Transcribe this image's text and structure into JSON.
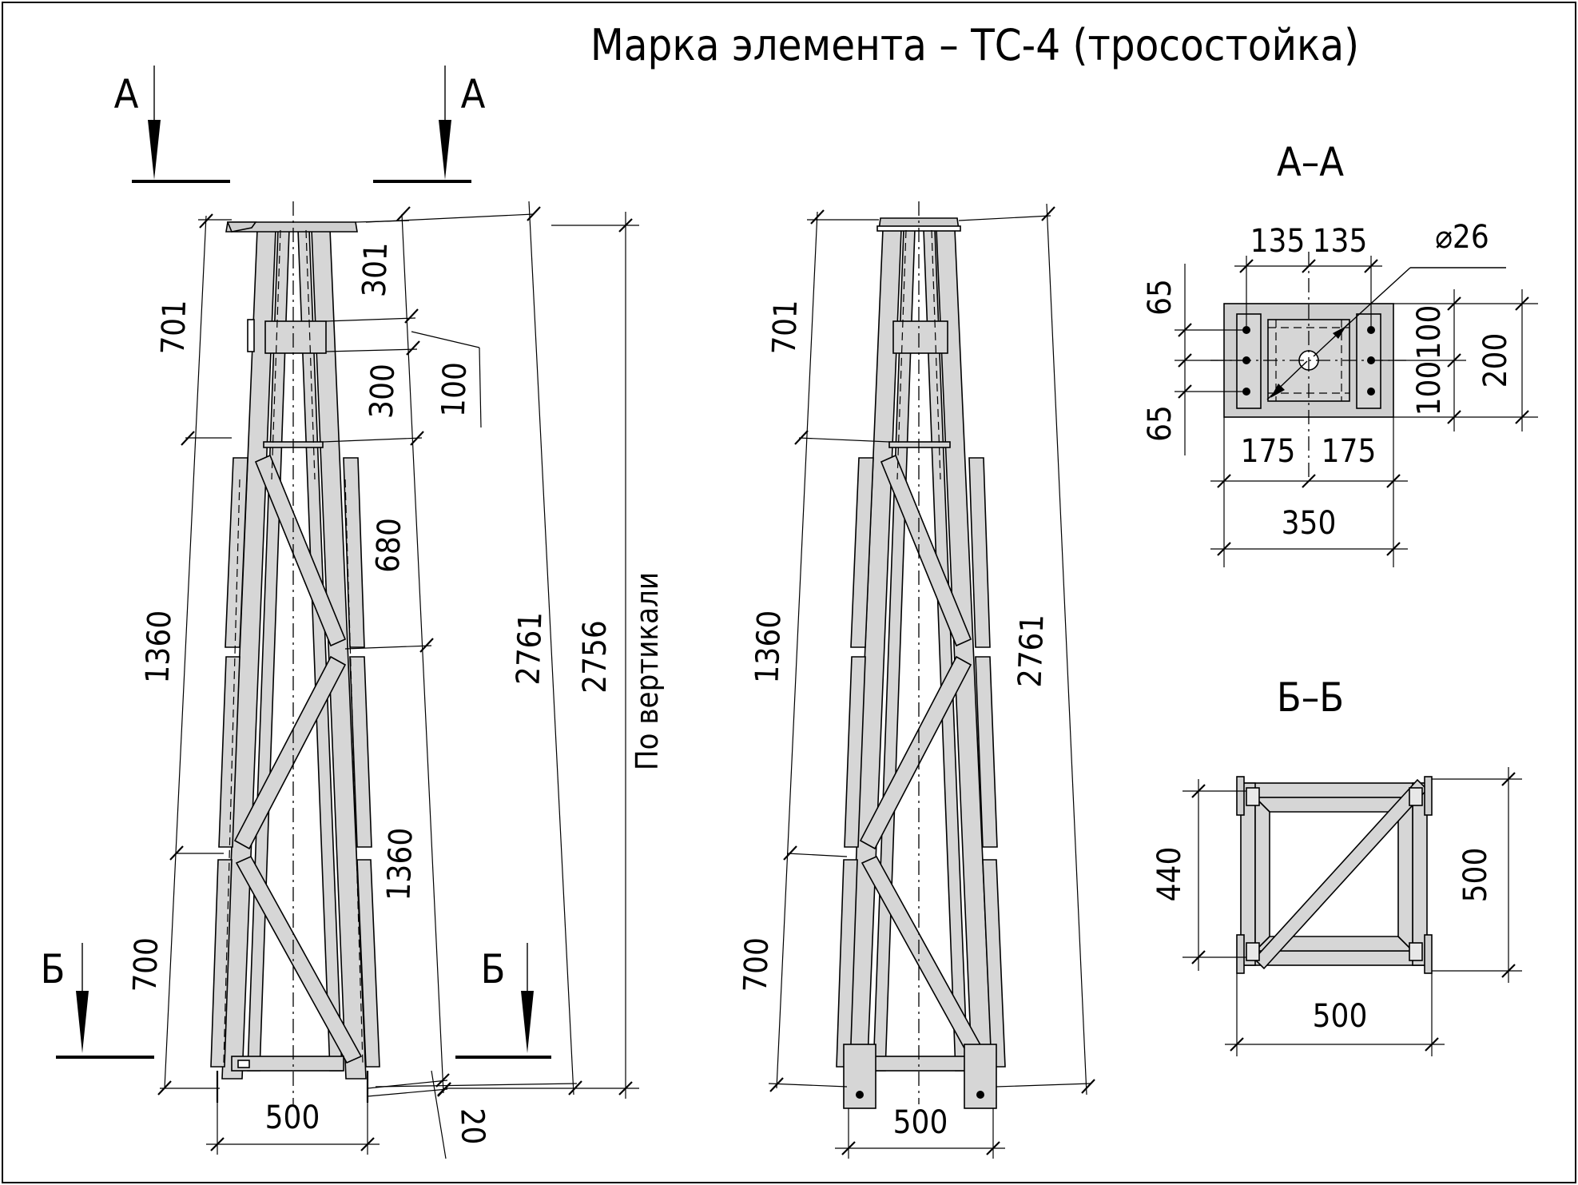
{
  "title": "Марка элемента – ТС-4 (тросостойка)",
  "cut_marks": {
    "a_left": "А",
    "a_right": "А",
    "b_left": "Б",
    "b_right": "Б"
  },
  "view_left": {
    "dims": {
      "top_segment": "701",
      "top_offset": "301",
      "plate_height": "300",
      "leader_value": "100",
      "upper_panel": "680",
      "middle_panel": "1360",
      "lower_panel_right": "1360",
      "bottom_segment": "700",
      "diag_total": "2761",
      "total_height": "2756",
      "vertical_note": "По вертикали",
      "base_width": "500",
      "bottom_offset": "20"
    }
  },
  "view_right": {
    "dims": {
      "top_segment": "701",
      "middle_panel": "1360",
      "bottom_segment": "700",
      "diag_total": "2761",
      "base_width": "500"
    }
  },
  "section_aa": {
    "title": "А–А",
    "dims": {
      "top_left": "135",
      "top_right": "135",
      "hole": "⌀26",
      "left_top": "65",
      "left_bottom": "65",
      "right_upper": "100",
      "right_lower": "100",
      "right_total": "200",
      "bottom_left": "175",
      "bottom_right": "175",
      "bottom_total": "350"
    }
  },
  "section_bb": {
    "title": "Б–Б",
    "dims": {
      "height": "440",
      "side": "500",
      "width": "500"
    }
  }
}
